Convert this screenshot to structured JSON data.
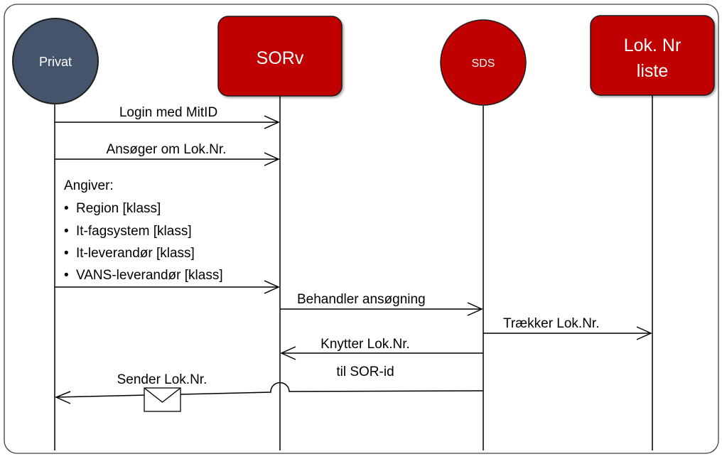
{
  "participants": {
    "privat": {
      "label": "Privat",
      "color": "#44546a"
    },
    "sorv": {
      "label": "SORv",
      "color": "#c00000"
    },
    "sds": {
      "label": "SDS",
      "color": "#c00000"
    },
    "loknr": {
      "label_line1": "Lok. Nr",
      "label_line2": "liste",
      "color": "#c00000"
    }
  },
  "messages": {
    "login": "Login med MitID",
    "apply": "Ansøger om Lok.Nr.",
    "details_heading": "Angiver:",
    "details_items": [
      "Region [klass]",
      "It-fagsystem [klass]",
      "It-leverandør [klass]",
      "VANS-leverandør [klass]"
    ],
    "process": "Behandler ansøgning",
    "draw": "Trækker Lok.Nr.",
    "link_line1": "Knytter Lok.Nr.",
    "link_line2": "til SOR-id",
    "send": "Sender Lok.Nr."
  },
  "icons": {
    "bullet": "•",
    "message_envelope": "envelope-icon"
  }
}
